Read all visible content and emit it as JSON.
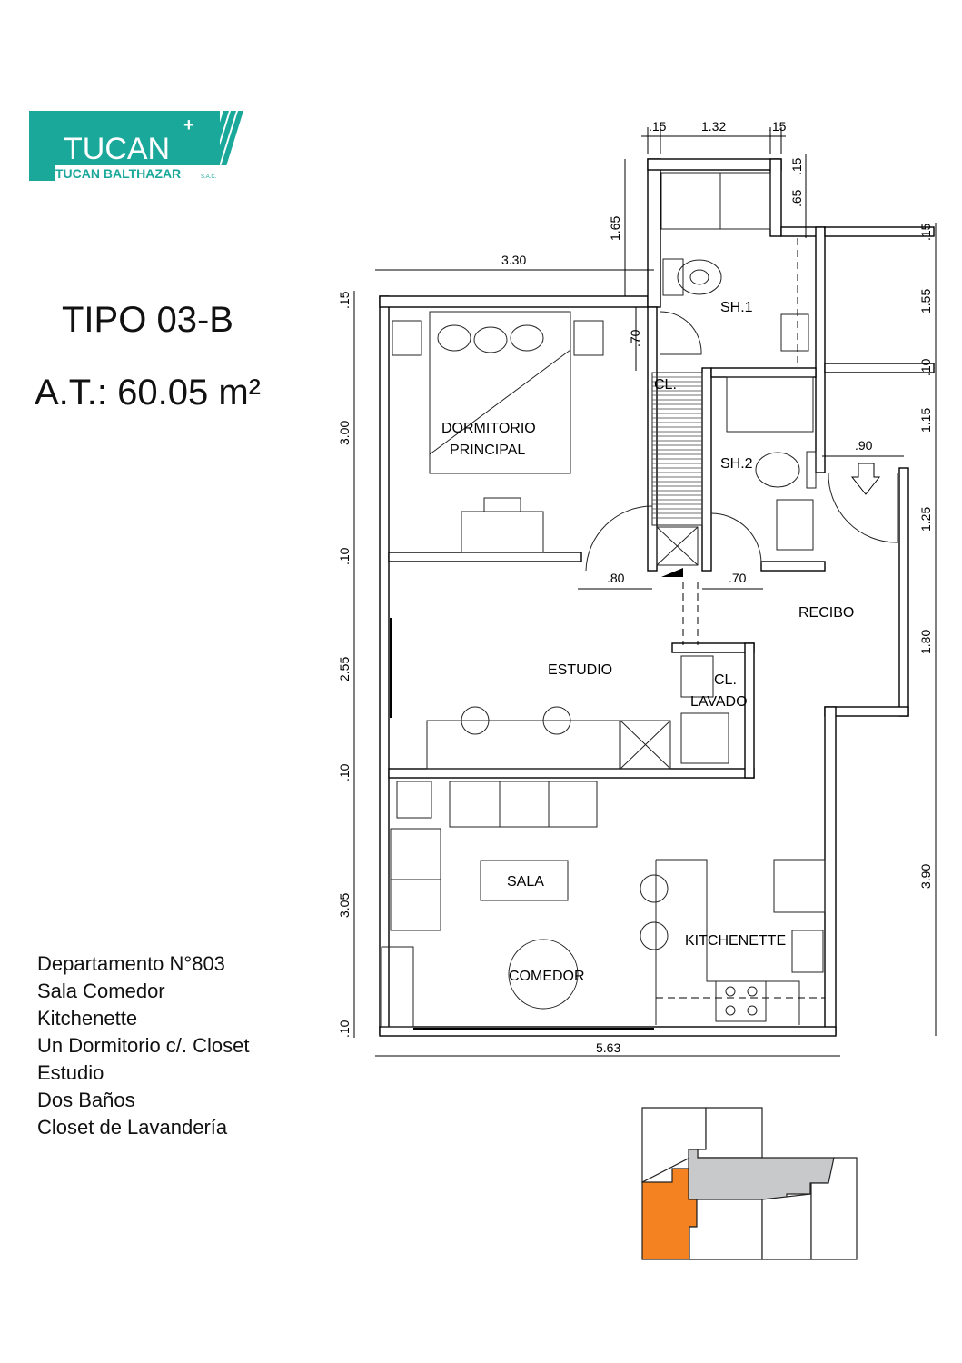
{
  "logo": {
    "brand": "TUCAN",
    "company": "TUCAN BALTHAZAR",
    "suffix": "S.A.C.",
    "color": "#1aa89a"
  },
  "unit": {
    "type": "TIPO 03-B",
    "area": "A.T.: 60.05 m²"
  },
  "features": [
    "Departamento N°803",
    "Sala Comedor",
    "Kitchenette",
    "Un Dormitorio c/. Closet",
    "Estudio",
    "Dos Baños",
    "Closet de Lavandería"
  ],
  "rooms": {
    "dormitorio_1": "DORMITORIO",
    "dormitorio_2": "PRINCIPAL",
    "sh1": "SH.1",
    "sh2": "SH.2",
    "closet": "CL.",
    "estudio": "ESTUDIO",
    "recibo": "RECIBO",
    "lavado_1": "CL.",
    "lavado_2": "LAVADO",
    "sala": "SALA",
    "comedor": "COMEDOR",
    "kitchenette": "KITCHENETTE"
  },
  "dimensions": {
    "top_wall_l": ".15",
    "top_width": "1.32",
    "top_wall_r": ".15",
    "top_right_wall": ".15",
    "top_right_closet": ".65",
    "bath_height": "1.65",
    "bedroom_width": "3.30",
    "left": [
      ".15",
      "3.00",
      ".10",
      "2.55",
      ".10",
      "3.05",
      ".10"
    ],
    "right": [
      ".15",
      "1.55",
      ".10",
      "1.15",
      "1.25",
      "1.80",
      "3.90"
    ],
    "door_sh1": ".70",
    "door_bed": ".80",
    "door_sh2": ".70",
    "door_entry": ".90",
    "bottom_width": "5.63"
  },
  "key_plan": {
    "highlight_color": "#f58220",
    "common_color": "#c8c9cb"
  }
}
